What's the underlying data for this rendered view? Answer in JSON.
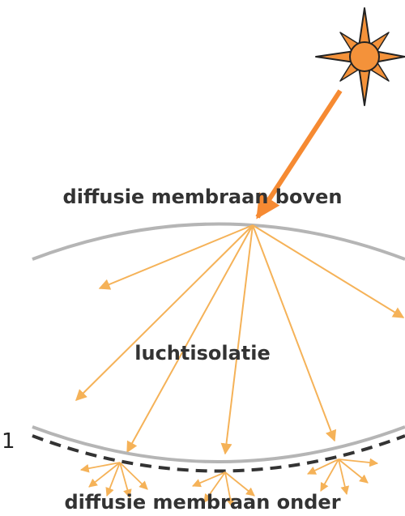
{
  "labels": {
    "top": "diffusie membraan boven",
    "middle": "luchtisolatie",
    "bottom": "diffusie membraan onder",
    "marker": "1"
  },
  "colors": {
    "sun": "#f4923a",
    "sun_outline": "#222222",
    "incoming_ray": "#f68a32",
    "diffuse_rays": "#f5b258",
    "membrane": "#b5b5b5",
    "dashed_layer": "#333333",
    "text": "#333333"
  },
  "icons": {
    "sun": "sun-icon"
  }
}
